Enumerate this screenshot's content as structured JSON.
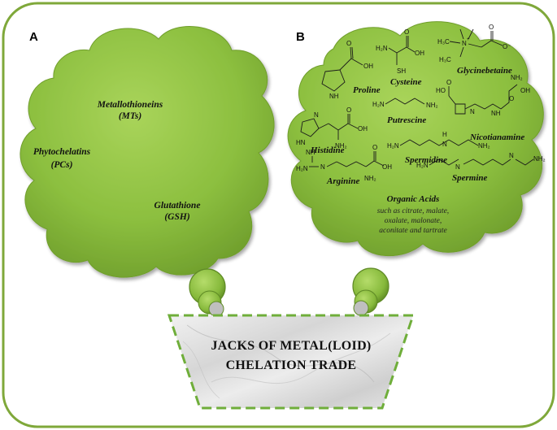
{
  "panels": {
    "a": {
      "letter": "A",
      "items": [
        {
          "name": "Metallothioneins",
          "abbr": "(MTs)"
        },
        {
          "name": "Phytochelatins",
          "abbr": "(PCs)"
        },
        {
          "name": "Glutathione",
          "abbr": "(GSH)"
        }
      ]
    },
    "b": {
      "letter": "B",
      "items": [
        {
          "name": "Proline"
        },
        {
          "name": "Cysteine"
        },
        {
          "name": "Glycinebetaine"
        },
        {
          "name": "Putrescine"
        },
        {
          "name": "Nicotianamine"
        },
        {
          "name": "Histidine"
        },
        {
          "name": "Spermidine"
        },
        {
          "name": "Arginine"
        },
        {
          "name": "Spermine"
        }
      ],
      "organic_acids": {
        "title": "Organic Acids",
        "lines": [
          "such as citrate, malate,",
          "oxalate, malonate,",
          "aconitate and tartrate"
        ]
      }
    }
  },
  "container": {
    "line1": "JACKS OF METAL(LOID)",
    "line2": "CHELATION TRADE"
  },
  "colors": {
    "frame_border": "#7fa83a",
    "cloud_fill": "#8cbf3f",
    "cloud_dark": "#5f8a26",
    "container_border": "#6fae3a",
    "marble": "#dcdcdc"
  }
}
